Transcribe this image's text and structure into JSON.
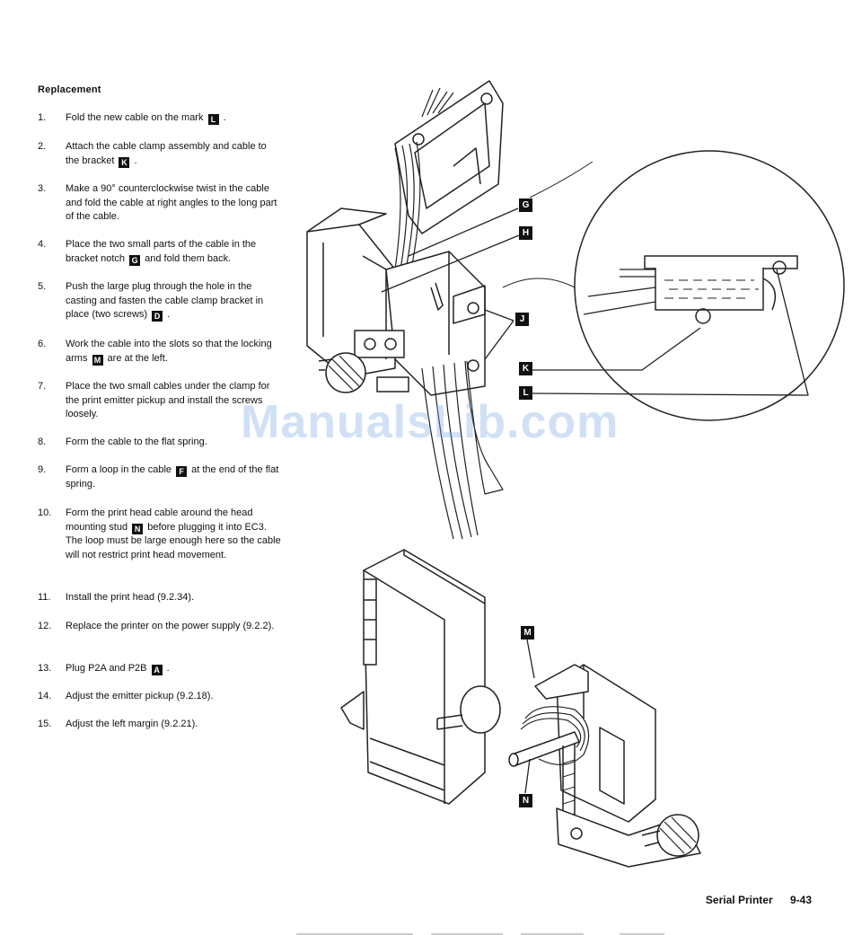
{
  "heading": "Replacement",
  "steps": [
    {
      "num": "1.",
      "segments": [
        {
          "t": "Fold the new cable on the mark "
        },
        {
          "tag": "L"
        },
        {
          "t": " ."
        }
      ]
    },
    {
      "num": "2.",
      "segments": [
        {
          "t": "Attach the cable clamp assembly and cable to the bracket "
        },
        {
          "tag": "K"
        },
        {
          "t": " ."
        }
      ]
    },
    {
      "num": "3.",
      "segments": [
        {
          "t": "Make a 90° counterclockwise twist in the cable and fold the cable at right angles to the long part of the cable."
        }
      ]
    },
    {
      "num": "4.",
      "segments": [
        {
          "t": "Place the two small parts of the cable in the bracket notch "
        },
        {
          "tag": "G"
        },
        {
          "t": " and fold them back."
        }
      ]
    },
    {
      "num": "5.",
      "segments": [
        {
          "t": "Push the large plug through the hole in the casting and fasten the cable clamp bracket in place (two screws) "
        },
        {
          "tag": "D"
        },
        {
          "t": " ."
        }
      ]
    },
    {
      "num": "6.",
      "segments": [
        {
          "t": "Work the cable into the slots so that the locking arms "
        },
        {
          "tag": "M"
        },
        {
          "t": " are at the left."
        }
      ]
    },
    {
      "num": "7.",
      "segments": [
        {
          "t": "Place the two small cables under the clamp for the print emitter pickup and install the screws loosely."
        }
      ]
    },
    {
      "num": "8.",
      "segments": [
        {
          "t": "Form the cable to the flat spring."
        }
      ]
    },
    {
      "num": "9.",
      "segments": [
        {
          "t": "Form a loop in the cable "
        },
        {
          "tag": "F"
        },
        {
          "t": " at the end of the flat spring."
        }
      ]
    },
    {
      "num": "10.",
      "segments": [
        {
          "t": "Form the print head cable around the head mounting stud "
        },
        {
          "tag": "N"
        },
        {
          "t": " before plugging it into EC3. The loop must be large enough here so the cable will not restrict print head movement."
        }
      ]
    },
    {
      "num": "11.",
      "segments": [
        {
          "t": "Install the print head (9.2.34)."
        }
      ]
    },
    {
      "num": "12.",
      "segments": [
        {
          "t": "Replace the printer on the power supply (9.2.2)."
        }
      ]
    },
    {
      "num": "13.",
      "segments": [
        {
          "t": "Plug P2A and P2B "
        },
        {
          "tag": "A"
        },
        {
          "t": " ."
        }
      ]
    },
    {
      "num": "14.",
      "segments": [
        {
          "t": "Adjust the emitter pickup (9.2.18)."
        }
      ]
    },
    {
      "num": "15.",
      "segments": [
        {
          "t": "Adjust the left margin (9.2.21)."
        }
      ]
    }
  ],
  "callouts": {
    "g": "G",
    "h": "H",
    "j": "J",
    "k": "K",
    "l": "L",
    "m": "M",
    "n": "N"
  },
  "watermark": "ManualsLib.com",
  "footer": {
    "section": "Serial Printer",
    "page": "9-43"
  }
}
